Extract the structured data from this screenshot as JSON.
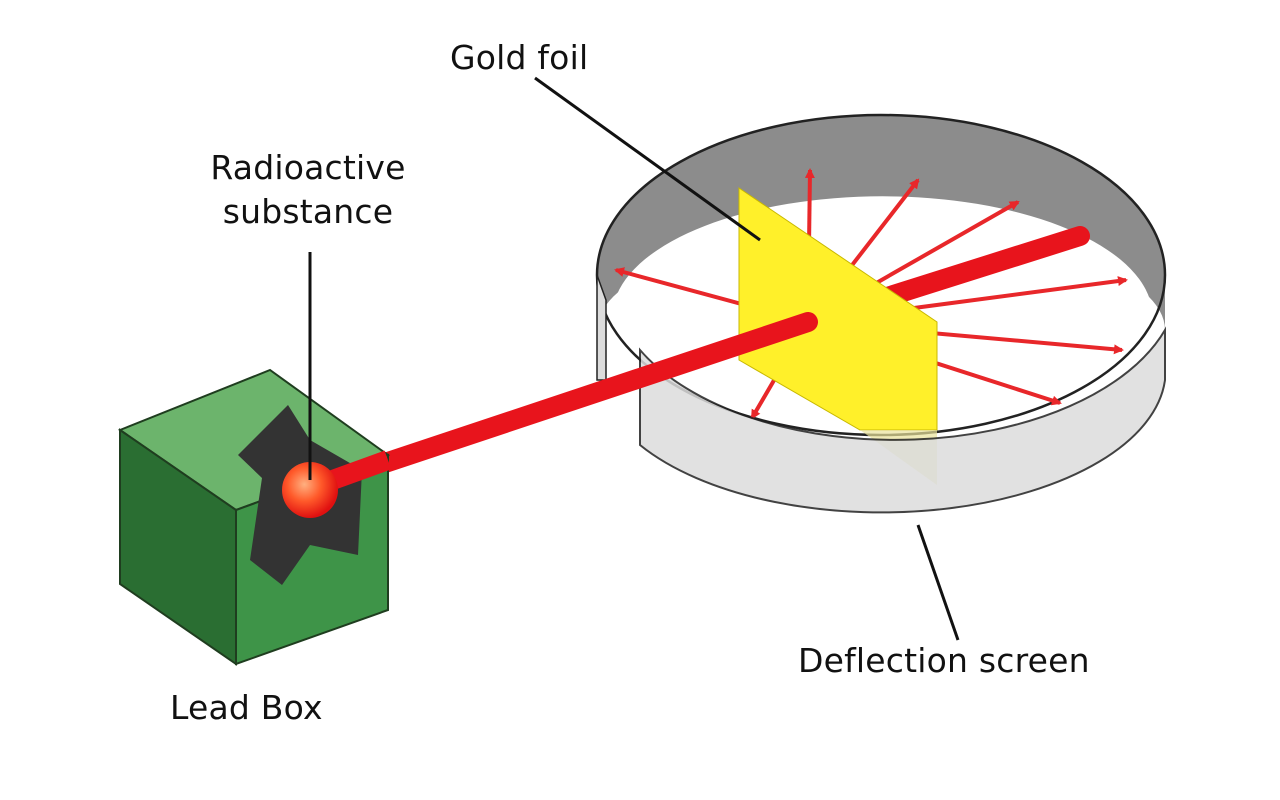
{
  "labels": {
    "gold_foil": "Gold foil",
    "radioactive_line1": "Radioactive",
    "radioactive_line2": "substance",
    "deflection_screen": "Deflection screen",
    "lead_box": "Lead Box"
  },
  "colors": {
    "beam": "#e8141c",
    "scatter_arrows": "#e8272a",
    "gold_foil": "#fff02a",
    "lead_box_front": "#3e9448",
    "lead_box_top": "#6cb46c",
    "lead_box_side": "#2a6e32",
    "screen_inner": "#8c8c8c",
    "screen_outer": "#dcdcdc",
    "source_glow": "#ff5a2a",
    "cutaway": "#333333"
  },
  "icons": {
    "source": "radioactive-glow-icon"
  }
}
